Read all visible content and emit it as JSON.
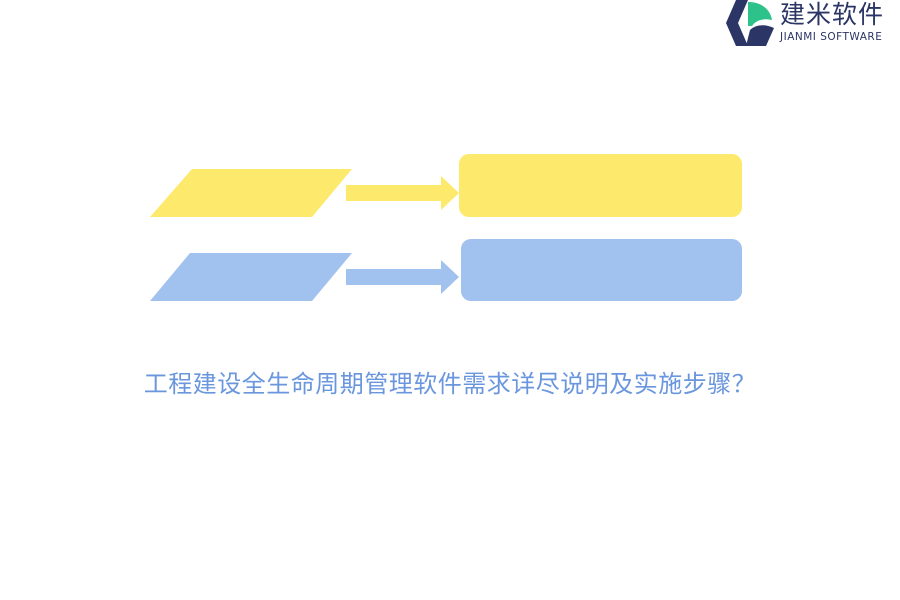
{
  "logo": {
    "name_cn": "建米软件",
    "name_en": "JIANMI SOFTWARE"
  },
  "colors": {
    "yellow": "#fde96b",
    "blue": "#a1c1ee",
    "caption": "#6a96de",
    "logo_dark": "#2b3566",
    "logo_green": "#2cc28a"
  },
  "diagram": {
    "rows": [
      {
        "color": "yellow",
        "input_text": "",
        "output_text": ""
      },
      {
        "color": "blue",
        "input_text": "",
        "output_text": ""
      }
    ]
  },
  "caption": "工程建设全生命周期管理软件需求详尽说明及实施步骤？"
}
